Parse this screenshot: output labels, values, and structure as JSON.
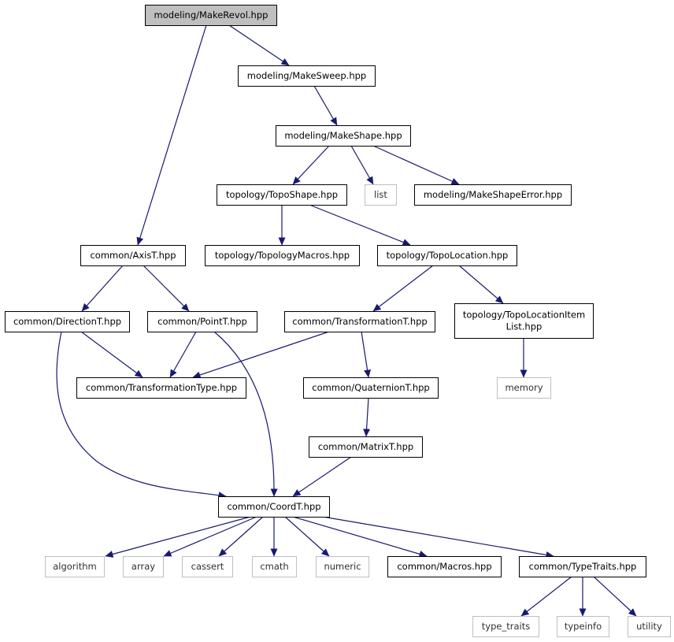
{
  "graph": {
    "colors": {
      "edge": "#191970",
      "root_fill": "#bfbfbf",
      "node_border": "#000000",
      "external_border": "#bfbfbf",
      "background": "#ffffff"
    },
    "nodes": [
      {
        "id": "n_makerevol",
        "label": "modeling/MakeRevol.hpp",
        "kind": "root"
      },
      {
        "id": "n_makesweep",
        "label": "modeling/MakeSweep.hpp",
        "kind": "internal"
      },
      {
        "id": "n_makeshape",
        "label": "modeling/MakeShape.hpp",
        "kind": "internal"
      },
      {
        "id": "n_toposhape",
        "label": "topology/TopoShape.hpp",
        "kind": "internal"
      },
      {
        "id": "n_list",
        "label": "list",
        "kind": "external"
      },
      {
        "id": "n_makeshapeerror",
        "label": "modeling/MakeShapeError.hpp",
        "kind": "internal"
      },
      {
        "id": "n_axist",
        "label": "common/AxisT.hpp",
        "kind": "internal"
      },
      {
        "id": "n_topologymacros",
        "label": "topology/TopologyMacros.hpp",
        "kind": "internal"
      },
      {
        "id": "n_topolocation",
        "label": "topology/TopoLocation.hpp",
        "kind": "internal"
      },
      {
        "id": "n_directiont",
        "label": "common/DirectionT.hpp",
        "kind": "internal"
      },
      {
        "id": "n_pointt",
        "label": "common/PointT.hpp",
        "kind": "internal"
      },
      {
        "id": "n_transformationt",
        "label": "common/TransformationT.hpp",
        "kind": "internal"
      },
      {
        "id": "n_topolocationitemlist",
        "label": [
          "topology/TopoLocationItem",
          "List.hpp"
        ],
        "kind": "internal"
      },
      {
        "id": "n_transformationtype",
        "label": "common/TransformationType.hpp",
        "kind": "internal"
      },
      {
        "id": "n_quaterniont",
        "label": "common/QuaternionT.hpp",
        "kind": "internal"
      },
      {
        "id": "n_memory",
        "label": "memory",
        "kind": "external"
      },
      {
        "id": "n_matrixt",
        "label": "common/MatrixT.hpp",
        "kind": "internal"
      },
      {
        "id": "n_coordt",
        "label": "common/CoordT.hpp",
        "kind": "internal"
      },
      {
        "id": "n_algorithm",
        "label": "algorithm",
        "kind": "external"
      },
      {
        "id": "n_array",
        "label": "array",
        "kind": "external"
      },
      {
        "id": "n_cassert",
        "label": "cassert",
        "kind": "external"
      },
      {
        "id": "n_cmath",
        "label": "cmath",
        "kind": "external"
      },
      {
        "id": "n_numeric",
        "label": "numeric",
        "kind": "external"
      },
      {
        "id": "n_macros",
        "label": "common/Macros.hpp",
        "kind": "internal"
      },
      {
        "id": "n_typetraits",
        "label": "common/TypeTraits.hpp",
        "kind": "internal"
      },
      {
        "id": "n_type_traits",
        "label": "type_traits",
        "kind": "external"
      },
      {
        "id": "n_typeinfo",
        "label": "typeinfo",
        "kind": "external"
      },
      {
        "id": "n_utility",
        "label": "utility",
        "kind": "external"
      }
    ],
    "edges": [
      {
        "from": "n_makerevol",
        "to": "n_makesweep"
      },
      {
        "from": "n_makerevol",
        "to": "n_axist"
      },
      {
        "from": "n_makesweep",
        "to": "n_makeshape"
      },
      {
        "from": "n_makeshape",
        "to": "n_toposhape"
      },
      {
        "from": "n_makeshape",
        "to": "n_list"
      },
      {
        "from": "n_makeshape",
        "to": "n_makeshapeerror"
      },
      {
        "from": "n_toposhape",
        "to": "n_topologymacros"
      },
      {
        "from": "n_toposhape",
        "to": "n_topolocation"
      },
      {
        "from": "n_axist",
        "to": "n_directiont"
      },
      {
        "from": "n_axist",
        "to": "n_pointt"
      },
      {
        "from": "n_topolocation",
        "to": "n_transformationt"
      },
      {
        "from": "n_topolocation",
        "to": "n_topolocationitemlist"
      },
      {
        "from": "n_directiont",
        "to": "n_transformationtype"
      },
      {
        "from": "n_directiont",
        "to": "n_coordt"
      },
      {
        "from": "n_pointt",
        "to": "n_transformationtype"
      },
      {
        "from": "n_pointt",
        "to": "n_coordt"
      },
      {
        "from": "n_transformationt",
        "to": "n_transformationtype"
      },
      {
        "from": "n_transformationt",
        "to": "n_quaterniont"
      },
      {
        "from": "n_topolocationitemlist",
        "to": "n_memory"
      },
      {
        "from": "n_quaterniont",
        "to": "n_matrixt"
      },
      {
        "from": "n_matrixt",
        "to": "n_coordt"
      },
      {
        "from": "n_coordt",
        "to": "n_algorithm"
      },
      {
        "from": "n_coordt",
        "to": "n_array"
      },
      {
        "from": "n_coordt",
        "to": "n_cassert"
      },
      {
        "from": "n_coordt",
        "to": "n_cmath"
      },
      {
        "from": "n_coordt",
        "to": "n_numeric"
      },
      {
        "from": "n_coordt",
        "to": "n_macros"
      },
      {
        "from": "n_coordt",
        "to": "n_typetraits"
      },
      {
        "from": "n_typetraits",
        "to": "n_type_traits"
      },
      {
        "from": "n_typetraits",
        "to": "n_typeinfo"
      },
      {
        "from": "n_typetraits",
        "to": "n_utility"
      }
    ]
  }
}
